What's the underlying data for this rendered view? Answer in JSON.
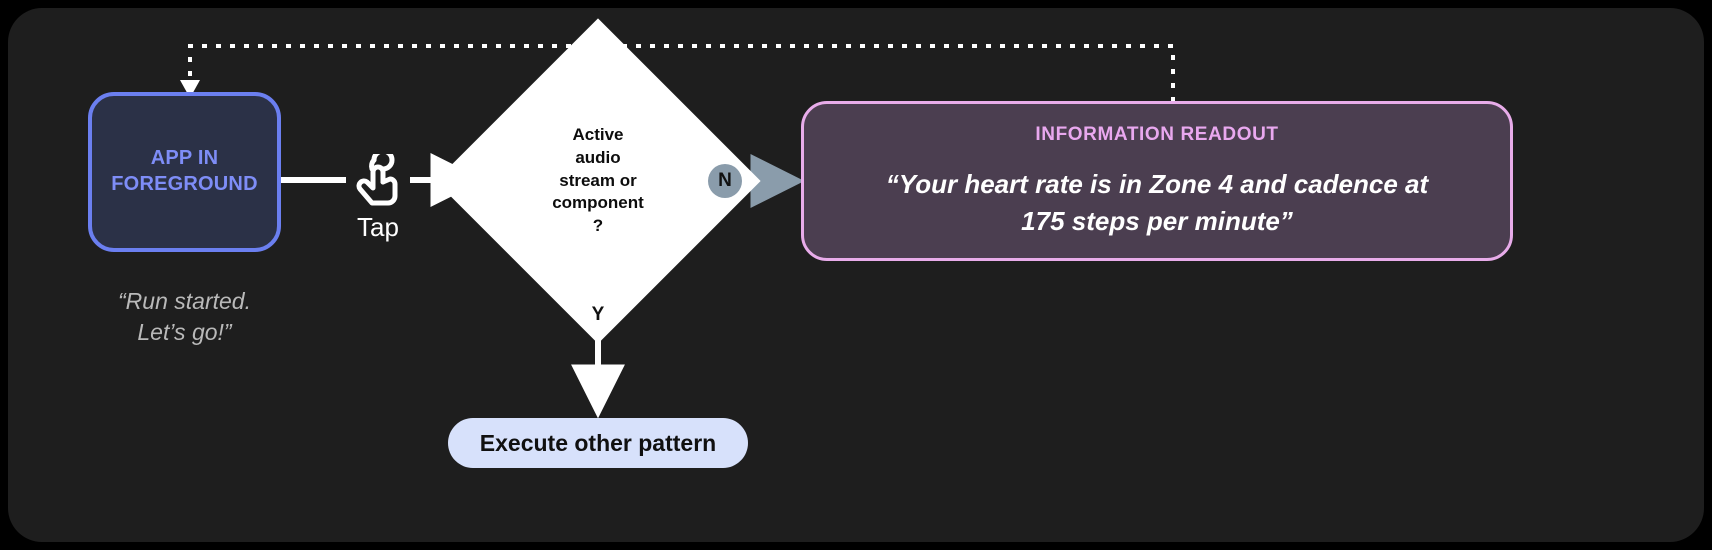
{
  "canvas": {
    "background": "#1e1e1e",
    "page_background": "#000000"
  },
  "nodes": {
    "app_box": {
      "label_line1": "APP IN",
      "label_line2": "FOREGROUND",
      "fill": "#2b3147",
      "border": "#6b7ff0",
      "text_color": "#7e8df7",
      "caption_line1": "“Run started.",
      "caption_line2": "Let’s go!”",
      "caption_color": "#b9b9b9"
    },
    "gesture": {
      "icon": "tap-gesture-icon",
      "label": "Tap"
    },
    "decision": {
      "line1": "Active",
      "line2": "audio",
      "line3": "stream or",
      "line4": "component",
      "line5": "?",
      "fill": "#ffffff",
      "text_color": "#0d0d0d"
    },
    "branch_no": {
      "label": "N",
      "fill": "#8a9cab"
    },
    "branch_yes": {
      "label": "Y",
      "fill": "#ffffff"
    },
    "readout": {
      "title": "INFORMATION READOUT",
      "body_line1": "“Your heart rate is in Zone 4 and cadence at",
      "body_line2": "175 steps per minute”",
      "fill": "#4b3e50",
      "border": "#e8acea",
      "title_color": "#e9a8ef",
      "body_color": "#ffffff"
    },
    "execute_pill": {
      "label": "Execute other pattern",
      "fill": "#d7e1fb",
      "text_color": "#101010"
    }
  },
  "connectors": {
    "app_to_tap": {
      "name": "app-to-tap-line",
      "color": "#ffffff",
      "style": "solid"
    },
    "tap_to_decision": {
      "name": "tap-to-decision-arrow",
      "color": "#ffffff",
      "style": "solid"
    },
    "decision_to_no": {
      "name": "decision-to-no-arrow",
      "color": "#ffffff",
      "style": "solid"
    },
    "no_to_readout": {
      "name": "no-to-readout-arrow",
      "color": "#8a9cab",
      "style": "solid"
    },
    "decision_to_yes": {
      "name": "decision-to-yes-line",
      "color": "#ffffff",
      "style": "solid"
    },
    "yes_to_execute": {
      "name": "yes-to-execute-arrow",
      "color": "#ffffff",
      "style": "solid"
    },
    "readout_feedback": {
      "name": "readout-to-app-feedback-arrow",
      "color": "#ffffff",
      "style": "dotted"
    }
  }
}
